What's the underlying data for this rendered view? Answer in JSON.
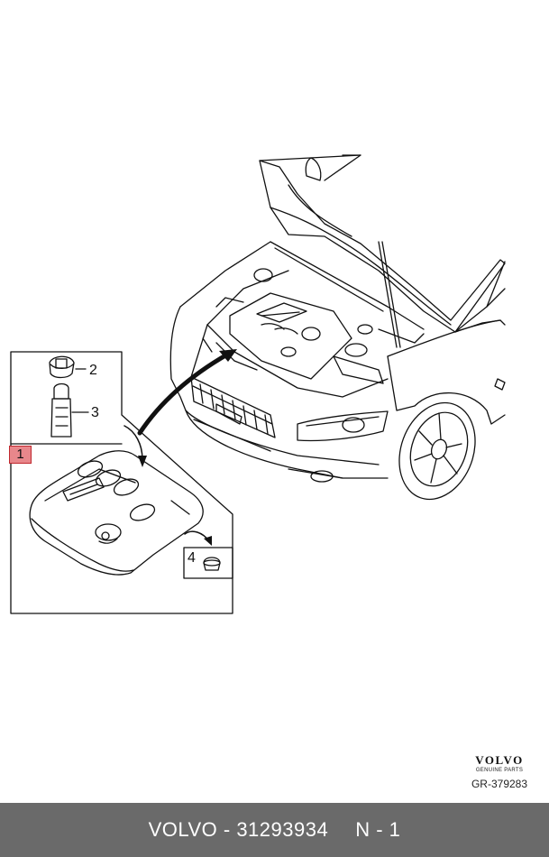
{
  "diagram": {
    "callouts": {
      "c1": "1",
      "c2": "2",
      "c3": "3",
      "c4": "4"
    },
    "highlight_color": "#e8878b",
    "cover_emblem_icon": "engine-cover-logo"
  },
  "brand": {
    "logo": "VOLVO",
    "sub": "GENUINE PARTS"
  },
  "ref_code": "GR-379283",
  "footer": {
    "part_info": "VOLVO - 31293934",
    "qty": "N - 1",
    "bg_color": "#6a6a6a"
  }
}
